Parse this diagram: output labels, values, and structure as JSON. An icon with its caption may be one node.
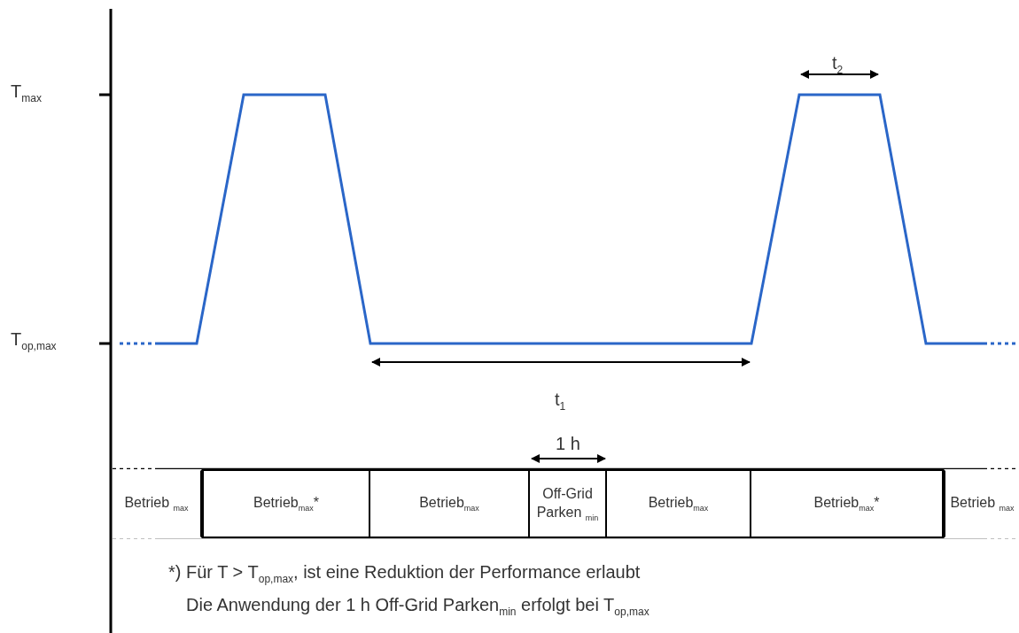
{
  "diagram": {
    "nodes": [
      {
        "text": [
          "Betrieb $_{max}$"
        ]
      },
      {
        "text": [
          "Betrieb$_{max}$*"
        ]
      },
      {
        "text": [
          "Betrieb$_{max}$"
        ]
      },
      {
        "text": [
          "Off-Grid Parken $_{min}$"
        ]
      },
      {
        "text": [
          "Betrieb$_{max}$"
        ]
      },
      {
        "text": [
          "Betrieb$_{max}$*"
        ]
      },
      {
        "text": [
          "Betrieb $_{max}$"
        ]
      }
    ],
    "labels": [
      "t$_{2}$",
      "T$_{max}$",
      "T$_{op,max}$",
      "t$_{1}$",
      "1 h",
      "*) Für T > T$_{op,max}$, ist eine Reduktion der Performance erlaubt",
      "Die Anwendung der 1 h Off-Grid Parken$_{min}$ erfolgt bei T$_{op,max}$"
    ]
  }
}
